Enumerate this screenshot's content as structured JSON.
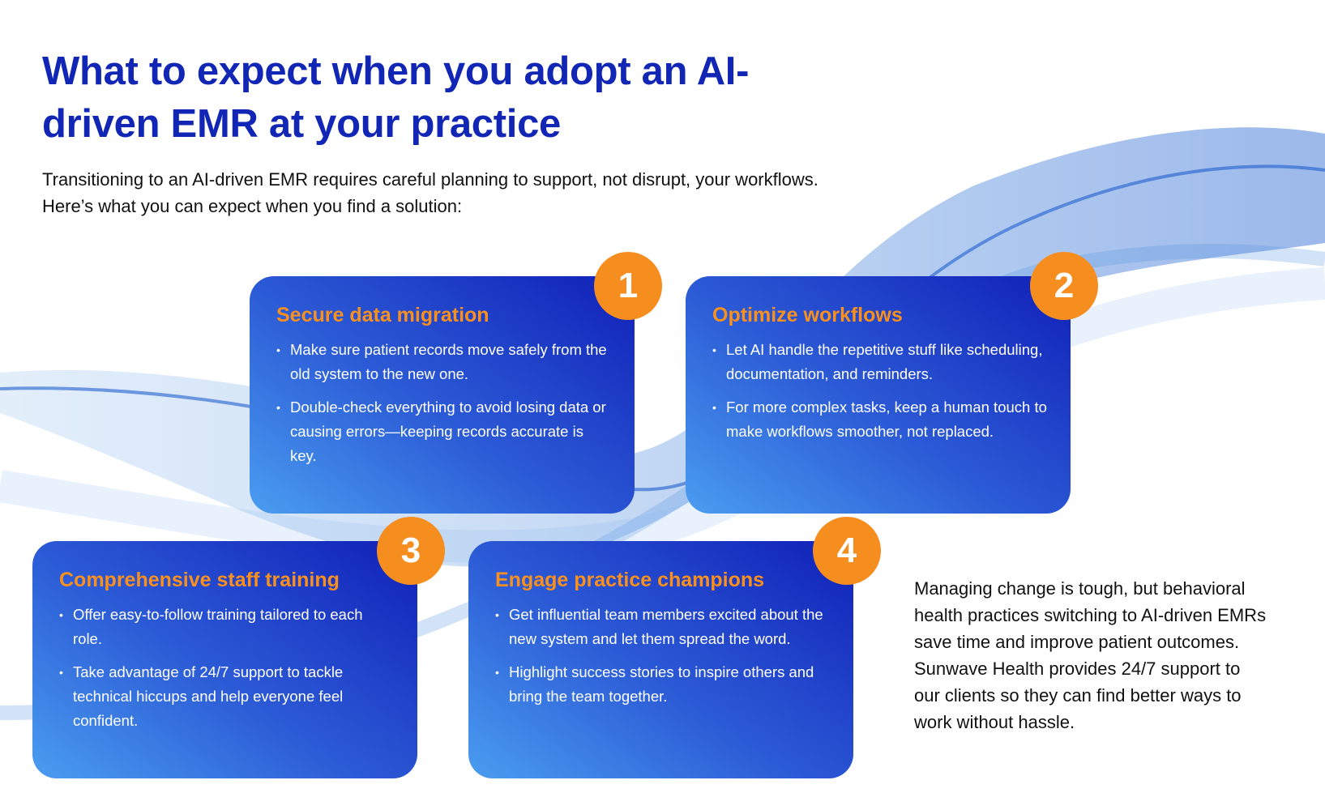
{
  "title": "What to expect when you adopt an AI-driven EMR at your practice",
  "intro": "Transitioning to an AI-driven EMR requires careful planning to support, not disrupt, your workflows. Here’s what you can expect when you find a solution:",
  "cards": [
    {
      "number": "1",
      "heading": "Secure data migration",
      "bullets": [
        "Make sure patient records move safely from the old system to the new one.",
        "Double-check everything to avoid losing data or causing errors—keeping records accurate is key."
      ]
    },
    {
      "number": "2",
      "heading": "Optimize workflows",
      "bullets": [
        "Let AI handle the repetitive stuff like scheduling, documentation, and reminders.",
        "For more complex tasks, keep a human touch to make workflows smoother, not replaced."
      ]
    },
    {
      "number": "3",
      "heading": "Comprehensive staff training",
      "bullets": [
        "Offer easy-to-follow training tailored to each role.",
        "Take advantage of 24/7 support to tackle technical hiccups and help everyone feel confident."
      ]
    },
    {
      "number": "4",
      "heading": "Engage practice champions",
      "bullets": [
        "Get influential team members excited about the new system and let them spread the word.",
        "Highlight success stories to inspire others and bring the team together."
      ]
    }
  ],
  "closing": "Managing change is tough, but behavioral health practices switching to AI-driven EMRs save time and improve patient outcomes. Sunwave Health provides 24/7 support to our clients so they can find better ways to work without hassle.",
  "colors": {
    "title": "#1226b5",
    "accent": "#f68d1f",
    "card_dark": "#1020b8",
    "card_light": "#4a9df0"
  }
}
